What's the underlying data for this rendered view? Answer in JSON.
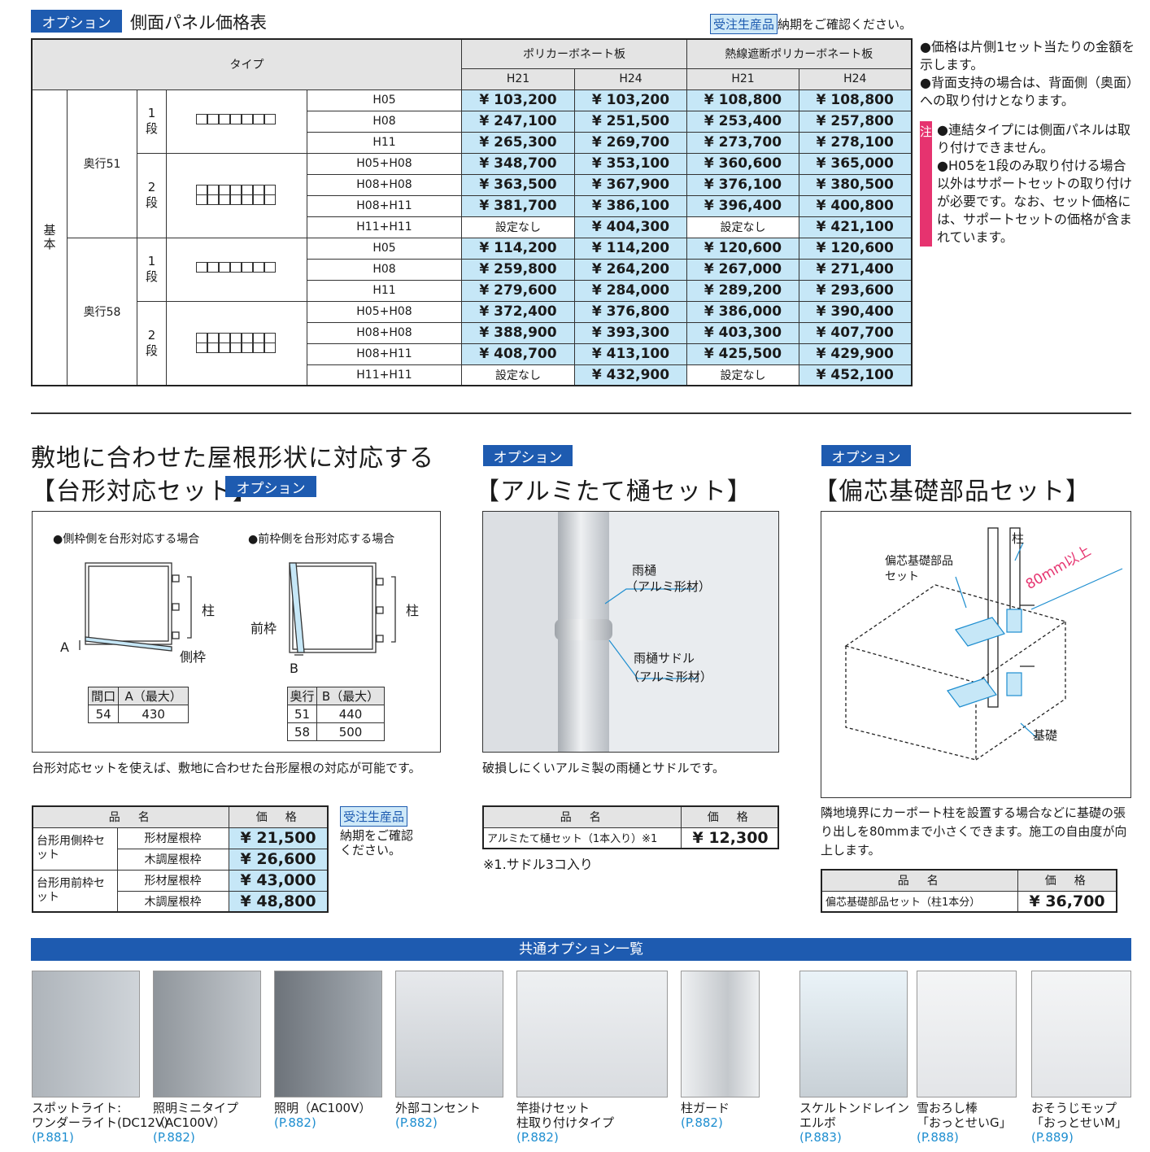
{
  "panel": {
    "tag": "オプション",
    "title": "側面パネル価格表",
    "order_badge": "受注生産品",
    "order_note": "納期をご確認ください。",
    "head": {
      "type": "タイプ",
      "poly": "ポリカーボネート板",
      "heat": "熱線遮断ポリカーボネート板",
      "h21": "H21",
      "h24": "H24"
    },
    "base": "基本",
    "groups": [
      {
        "depth": "奥行51",
        "tiers": [
          {
            "tier": "1段",
            "rows": [
              [
                "H05",
                "¥ 103,200",
                "¥ 103,200",
                "¥ 108,800",
                "¥ 108,800"
              ],
              [
                "H08",
                "¥ 247,100",
                "¥ 251,500",
                "¥ 253,400",
                "¥ 257,800"
              ],
              [
                "H11",
                "¥ 265,300",
                "¥ 269,700",
                "¥ 273,700",
                "¥ 278,100"
              ]
            ]
          },
          {
            "tier": "2段",
            "rows": [
              [
                "H05+H08",
                "¥ 348,700",
                "¥ 353,100",
                "¥ 360,600",
                "¥ 365,000"
              ],
              [
                "H08+H08",
                "¥ 363,500",
                "¥ 367,900",
                "¥ 376,100",
                "¥ 380,500"
              ],
              [
                "H08+H11",
                "¥ 381,700",
                "¥ 386,100",
                "¥ 396,400",
                "¥ 400,800"
              ],
              [
                "H11+H11",
                "設定なし",
                "¥ 404,300",
                "設定なし",
                "¥ 421,100"
              ]
            ]
          }
        ]
      },
      {
        "depth": "奥行58",
        "tiers": [
          {
            "tier": "1段",
            "rows": [
              [
                "H05",
                "¥ 114,200",
                "¥ 114,200",
                "¥ 120,600",
                "¥ 120,600"
              ],
              [
                "H08",
                "¥ 259,800",
                "¥ 264,200",
                "¥ 267,000",
                "¥ 271,400"
              ],
              [
                "H11",
                "¥ 279,600",
                "¥ 284,000",
                "¥ 289,200",
                "¥ 293,600"
              ]
            ]
          },
          {
            "tier": "2段",
            "rows": [
              [
                "H05+H08",
                "¥ 372,400",
                "¥ 376,800",
                "¥ 386,000",
                "¥ 390,400"
              ],
              [
                "H08+H08",
                "¥ 388,900",
                "¥ 393,300",
                "¥ 403,300",
                "¥ 407,700"
              ],
              [
                "H08+H11",
                "¥ 408,700",
                "¥ 413,100",
                "¥ 425,500",
                "¥ 429,900"
              ],
              [
                "H11+H11",
                "設定なし",
                "¥ 432,900",
                "設定なし",
                "¥ 452,100"
              ]
            ]
          }
        ]
      }
    ]
  },
  "side_notes": {
    "n1": "●価格は片側1セット当たりの金額を示します。",
    "n2": "●背面支持の場合は、背面側（奥面）への取り付けとなります。",
    "warn_label": "注",
    "w1": "●連結タイプには側面パネルは取り付けできません。",
    "w2": "●H05を1段のみ取り付ける場合以外はサポートセットの取り付けが必要です。なお、セット価格には、サポートセットの価格が含まれています。"
  },
  "trap": {
    "heading1": "敷地に合わせた屋根形状に対応する",
    "heading2": "【台形対応セット】",
    "tag": "オプション",
    "case1": "●側枠側を台形対応する場合",
    "case2": "●前枠側を台形対応する場合",
    "pillar": "柱",
    "side_frame": "側枠",
    "front_frame": "前枠",
    "a": "A",
    "b": "B",
    "t1": {
      "h1": "間口",
      "h2": "A（最大）",
      "rows": [
        [
          "54",
          "430"
        ]
      ]
    },
    "t2": {
      "h1": "奥行",
      "h2": "B（最大）",
      "rows": [
        [
          "51",
          "440"
        ],
        [
          "58",
          "500"
        ]
      ]
    },
    "desc": "台形対応セットを使えば、敷地に合わせた台形屋根の対応が可能です。",
    "price": {
      "h1": "品　名",
      "h2": "価　格",
      "g1": "台形用側枠セット",
      "g2": "台形用前枠セット",
      "r1": "形材屋根枠",
      "r2": "木調屋根枠",
      "p1": "¥ 21,500",
      "p2": "¥ 26,600",
      "p3": "¥ 43,000",
      "p4": "¥ 48,800"
    },
    "badge": "受注生産品",
    "badge_note": "納期をご確認ください。"
  },
  "gutter": {
    "tag": "オプション",
    "heading": "【アルミたて樋セット】",
    "l1": "雨樋",
    "l2": "（アルミ形材）",
    "l3": "雨樋サドル",
    "l4": "（アルミ形材）",
    "desc": "破損しにくいアルミ製の雨樋とサドルです。",
    "h1": "品　名",
    "h2": "価　格",
    "item": "アルミたて樋セット（1本入り）※1",
    "price": "¥ 12,300",
    "foot": "※1.サドル3コ入り"
  },
  "offset": {
    "tag": "オプション",
    "heading": "【偏芯基礎部品セット】",
    "l_set": "偏芯基礎部品セット",
    "l_pillar": "柱",
    "l_dim": "80mm以上",
    "l_base": "基礎",
    "desc": "隣地境界にカーポート柱を設置する場合などに基礎の張り出しを80mmまで小さくできます。施工の自由度が向上します。",
    "h1": "品　名",
    "h2": "価　格",
    "item": "偏芯基礎部品セット（柱1本分）",
    "price": "¥ 36,700"
  },
  "common": {
    "title": "共通オプション一覧",
    "items": [
      {
        "l1": "スポットライト:",
        "l2": "ワンダーライト(DC12V)",
        "pg": "(P.881)"
      },
      {
        "l1": "照明ミニタイプ",
        "l2": "（AC100V）",
        "pg": "(P.882)"
      },
      {
        "l1": "照明（AC100V）",
        "l2": "",
        "pg": "(P.882)"
      },
      {
        "l1": "外部コンセント",
        "l2": "",
        "pg": "(P.882)"
      },
      {
        "l1": "竿掛けセット",
        "l2": "柱取り付けタイプ",
        "pg": "(P.882)"
      },
      {
        "l1": "柱ガード",
        "l2": "",
        "pg": "(P.882)"
      },
      {
        "l1": "スケルトンドレイン",
        "l2": "エルボ",
        "pg": "(P.883)"
      },
      {
        "l1": "雪おろし棒",
        "l2": "「おっとせいG」",
        "pg": "(P.888)"
      },
      {
        "l1": "おそうじモップ",
        "l2": "「おっとせいM」",
        "pg": "(P.889)"
      }
    ]
  }
}
